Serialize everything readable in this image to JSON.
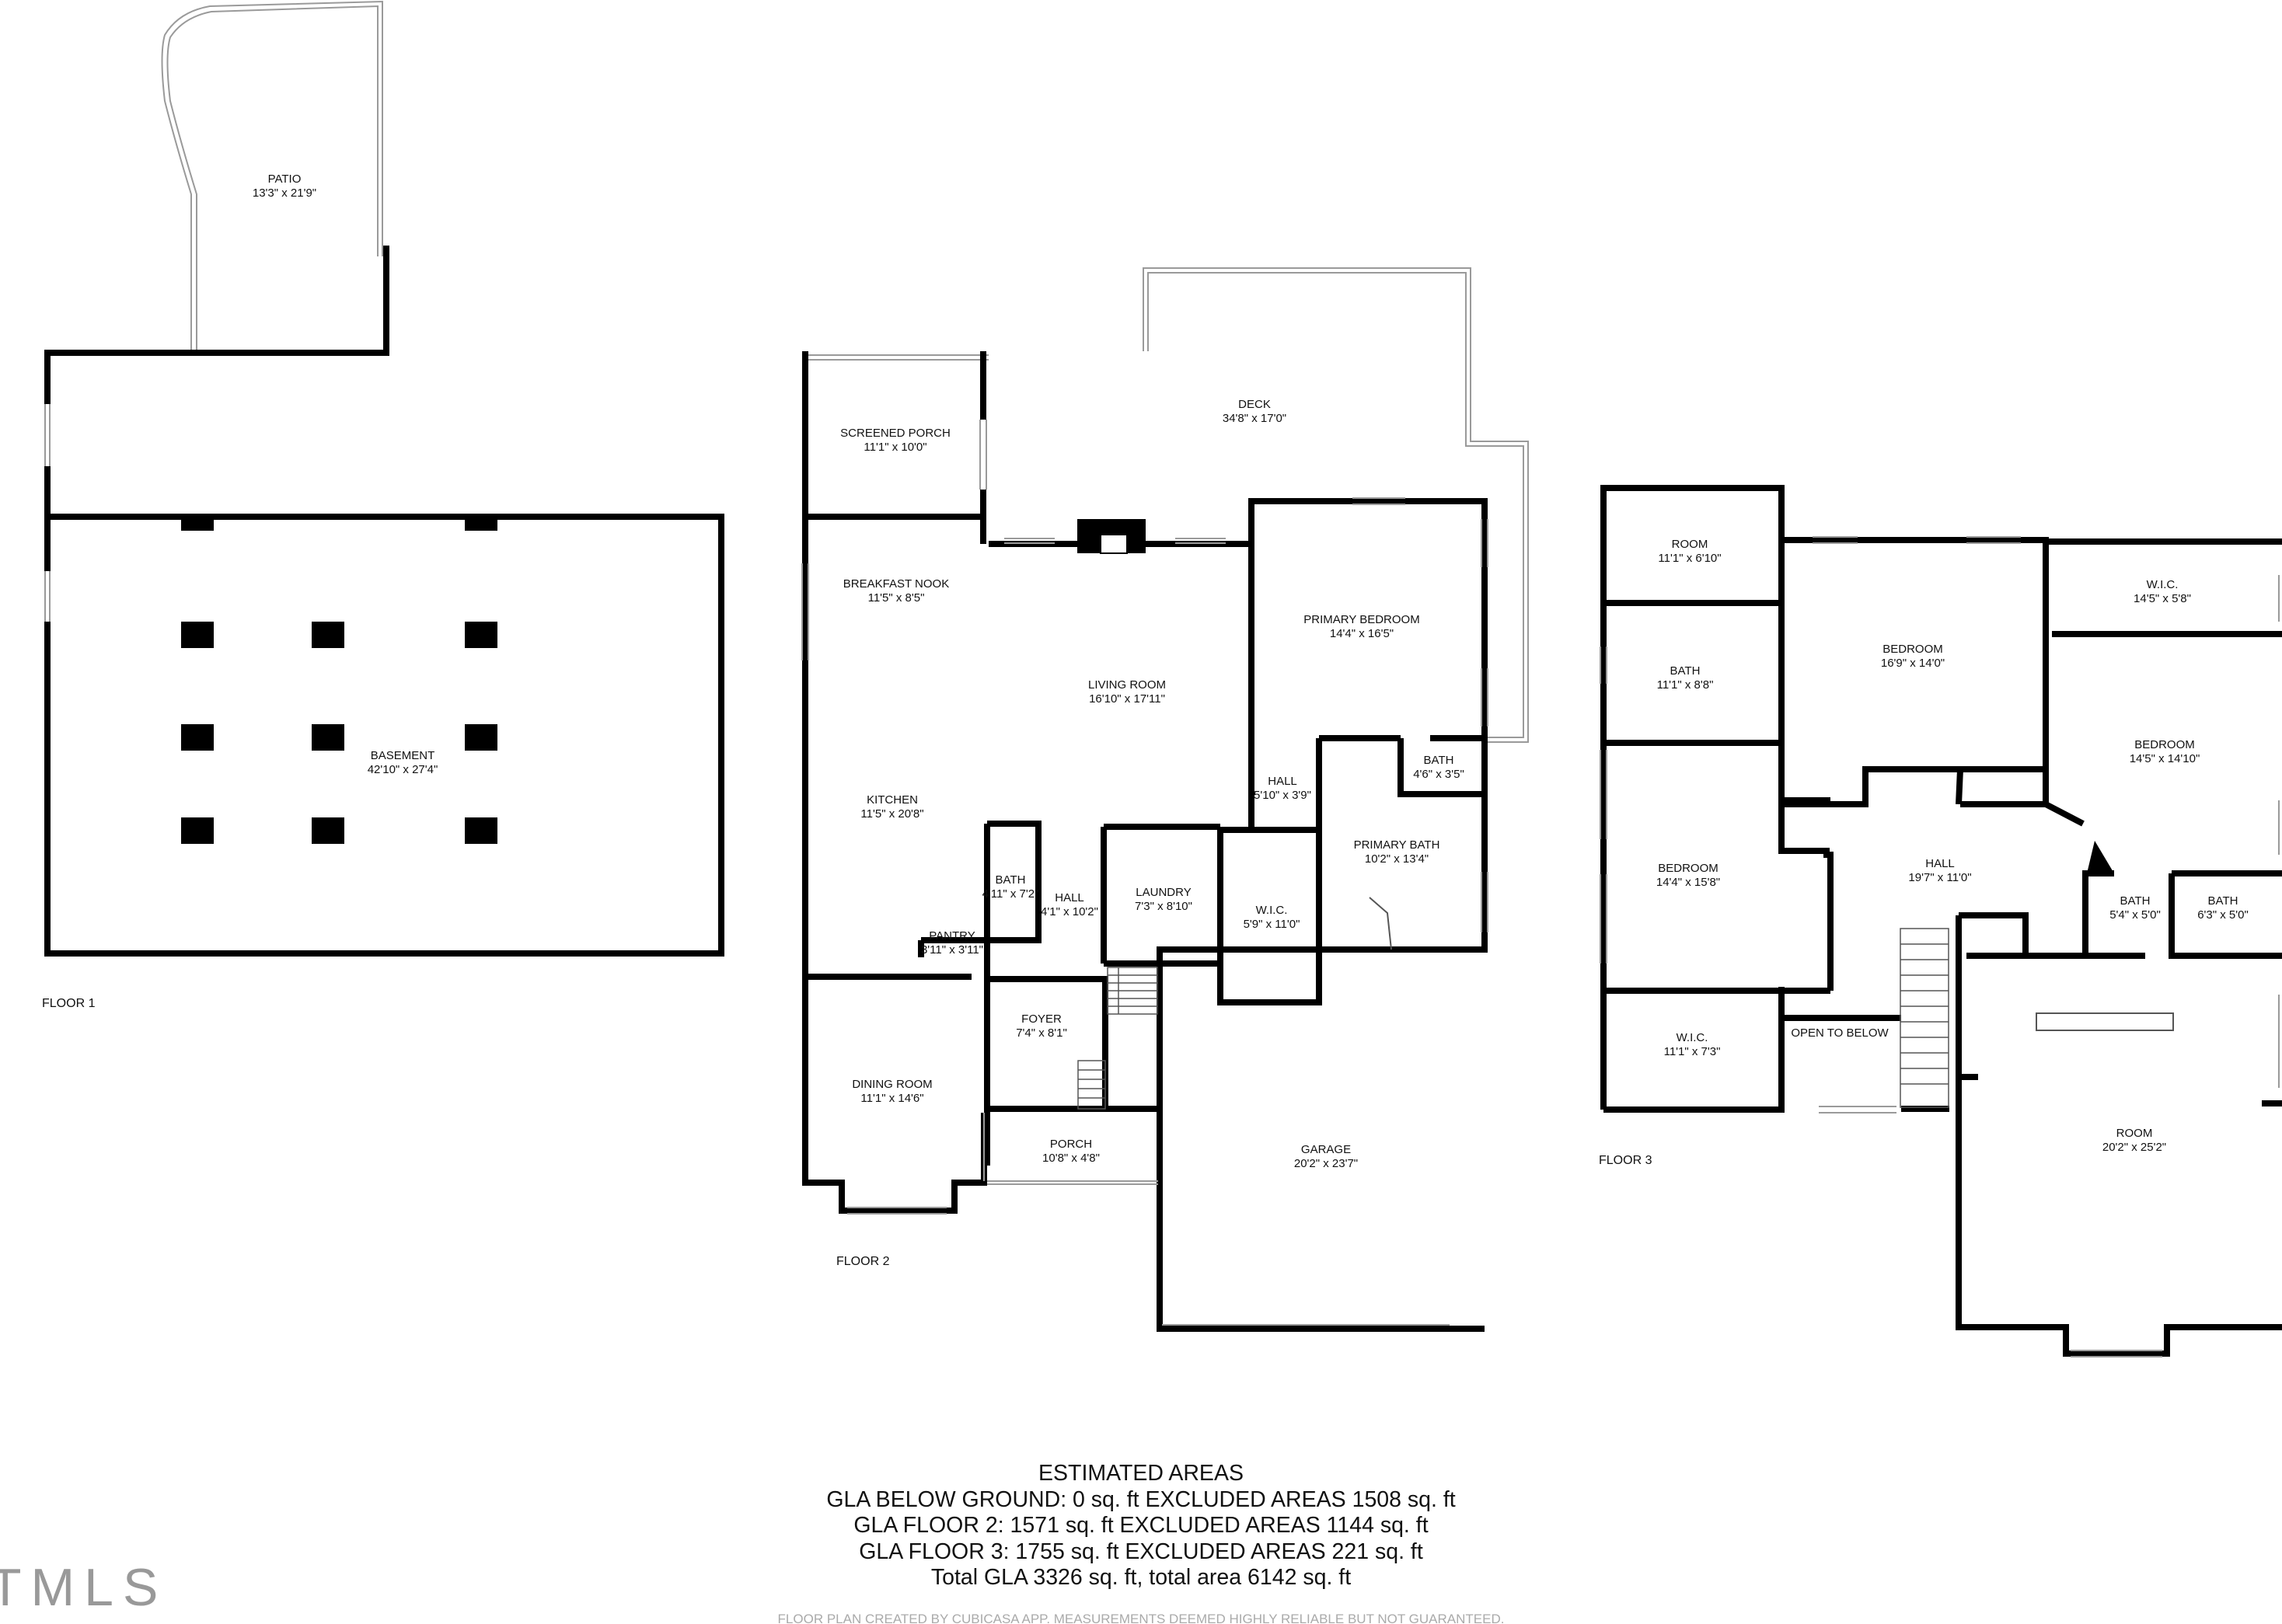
{
  "floors": [
    {
      "label": "FLOOR 1"
    },
    {
      "label": "FLOOR 2"
    },
    {
      "label": "FLOOR 3"
    }
  ],
  "rooms": {
    "patio": {
      "name": "PATIO",
      "dims": "13'3\" x 21'9\""
    },
    "basement": {
      "name": "BASEMENT",
      "dims": "42'10\" x 27'4\""
    },
    "deck": {
      "name": "DECK",
      "dims": "34'8\" x 17'0\""
    },
    "screened_porch": {
      "name": "SCREENED PORCH",
      "dims": "11'1\" x 10'0\""
    },
    "breakfast_nook": {
      "name": "BREAKFAST NOOK",
      "dims": "11'5\" x 8'5\""
    },
    "living_room": {
      "name": "LIVING ROOM",
      "dims": "16'10\" x 17'11\""
    },
    "primary_bedroom": {
      "name": "PRIMARY BEDROOM",
      "dims": "14'4\" x 16'5\""
    },
    "kitchen": {
      "name": "KITCHEN",
      "dims": "11'5\" x 20'8\""
    },
    "hall_f2_small": {
      "name": "HALL",
      "dims": "5'10\" x 3'9\""
    },
    "bath_f2_small": {
      "name": "BATH",
      "dims": "4'6\" x 3'5\""
    },
    "bath_f2_half": {
      "name": "BATH",
      "dims": "4'11\" x 7'2\""
    },
    "hall_f2": {
      "name": "HALL",
      "dims": "4'1\" x 10'2\""
    },
    "laundry": {
      "name": "LAUNDRY",
      "dims": "7'3\" x 8'10\""
    },
    "wic_f2": {
      "name": "W.I.C.",
      "dims": "5'9\" x 11'0\""
    },
    "primary_bath": {
      "name": "PRIMARY BATH",
      "dims": "10'2\" x 13'4\""
    },
    "pantry": {
      "name": "PANTRY",
      "dims": "3'11\" x 3'11\""
    },
    "foyer": {
      "name": "FOYER",
      "dims": "7'4\" x 8'1\""
    },
    "dining_room": {
      "name": "DINING ROOM",
      "dims": "11'1\" x 14'6\""
    },
    "porch": {
      "name": "PORCH",
      "dims": "10'8\" x 4'8\""
    },
    "garage": {
      "name": "GARAGE",
      "dims": "20'2\" x 23'7\""
    },
    "room_f3_small": {
      "name": "ROOM",
      "dims": "11'1\" x 6'10\""
    },
    "bedroom_f3_a": {
      "name": "BEDROOM",
      "dims": "16'9\" x 14'0\""
    },
    "wic_f3_a": {
      "name": "W.I.C.",
      "dims": "14'5\" x 5'8\""
    },
    "bath_f3_a": {
      "name": "BATH",
      "dims": "11'1\" x 8'8\""
    },
    "bedroom_f3_b": {
      "name": "BEDROOM",
      "dims": "14'5\" x 14'10\""
    },
    "bedroom_f3_c": {
      "name": "BEDROOM",
      "dims": "14'4\" x 15'8\""
    },
    "hall_f3": {
      "name": "HALL",
      "dims": "19'7\" x 11'0\""
    },
    "bath_f3_b": {
      "name": "BATH",
      "dims": "5'4\" x 5'0\""
    },
    "bath_f3_c": {
      "name": "BATH",
      "dims": "6'3\" x 5'0\""
    },
    "wic_f3_b": {
      "name": "W.I.C.",
      "dims": "11'1\" x 7'3\""
    },
    "open_to_below": {
      "name": "OPEN TO BELOW",
      "dims": ""
    },
    "room_f3_large": {
      "name": "ROOM",
      "dims": "20'2\" x 25'2\""
    }
  },
  "areas": {
    "title": "ESTIMATED AREAS",
    "lines": [
      "GLA BELOW GROUND: 0 sq. ft EXCLUDED AREAS 1508 sq. ft",
      "GLA FLOOR 2: 1571 sq. ft EXCLUDED AREAS 1144 sq. ft",
      "GLA FLOOR 3: 1755 sq. ft EXCLUDED AREAS 221 sq. ft",
      "Total GLA 3326 sq. ft, total area 6142 sq. ft"
    ]
  },
  "disclaimer": "FLOOR PLAN CREATED BY CUBICASA APP. MEASUREMENTS DEEMED HIGHLY RELIABLE BUT NOT GUARANTEED.",
  "logo": "TMLS",
  "colors": {
    "wall": "#000000",
    "thin_wall": "#9a9a9a",
    "text": "#111111",
    "background": "#ffffff"
  }
}
